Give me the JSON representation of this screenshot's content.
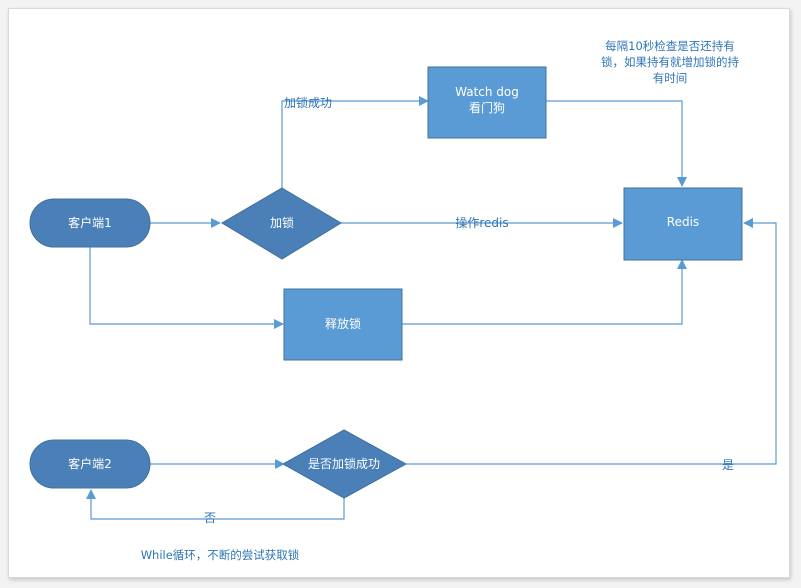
{
  "nodes": {
    "client1": "客户端1",
    "lock": "加锁",
    "watchdog_line1": "Watch dog",
    "watchdog_line2": "看门狗",
    "redis": "Redis",
    "release": "释放锁",
    "client2": "客户端2",
    "decision": "是否加锁成功"
  },
  "edges": {
    "lock_success": "加锁成功",
    "operate_redis": "操作redis",
    "yes": "是",
    "no": "否"
  },
  "notes": {
    "watchdog_note": [
      "每隔10秒检查是否还持有",
      "锁，如果持有就增加锁的持",
      "有时间"
    ],
    "while_loop": "While循环，不断的尝试获取锁"
  },
  "colors": {
    "node_fill": "#5b9bd5",
    "node_dark": "#4a7fb8",
    "line": "#5b9bd5",
    "text_accent": "#2e75b6"
  }
}
